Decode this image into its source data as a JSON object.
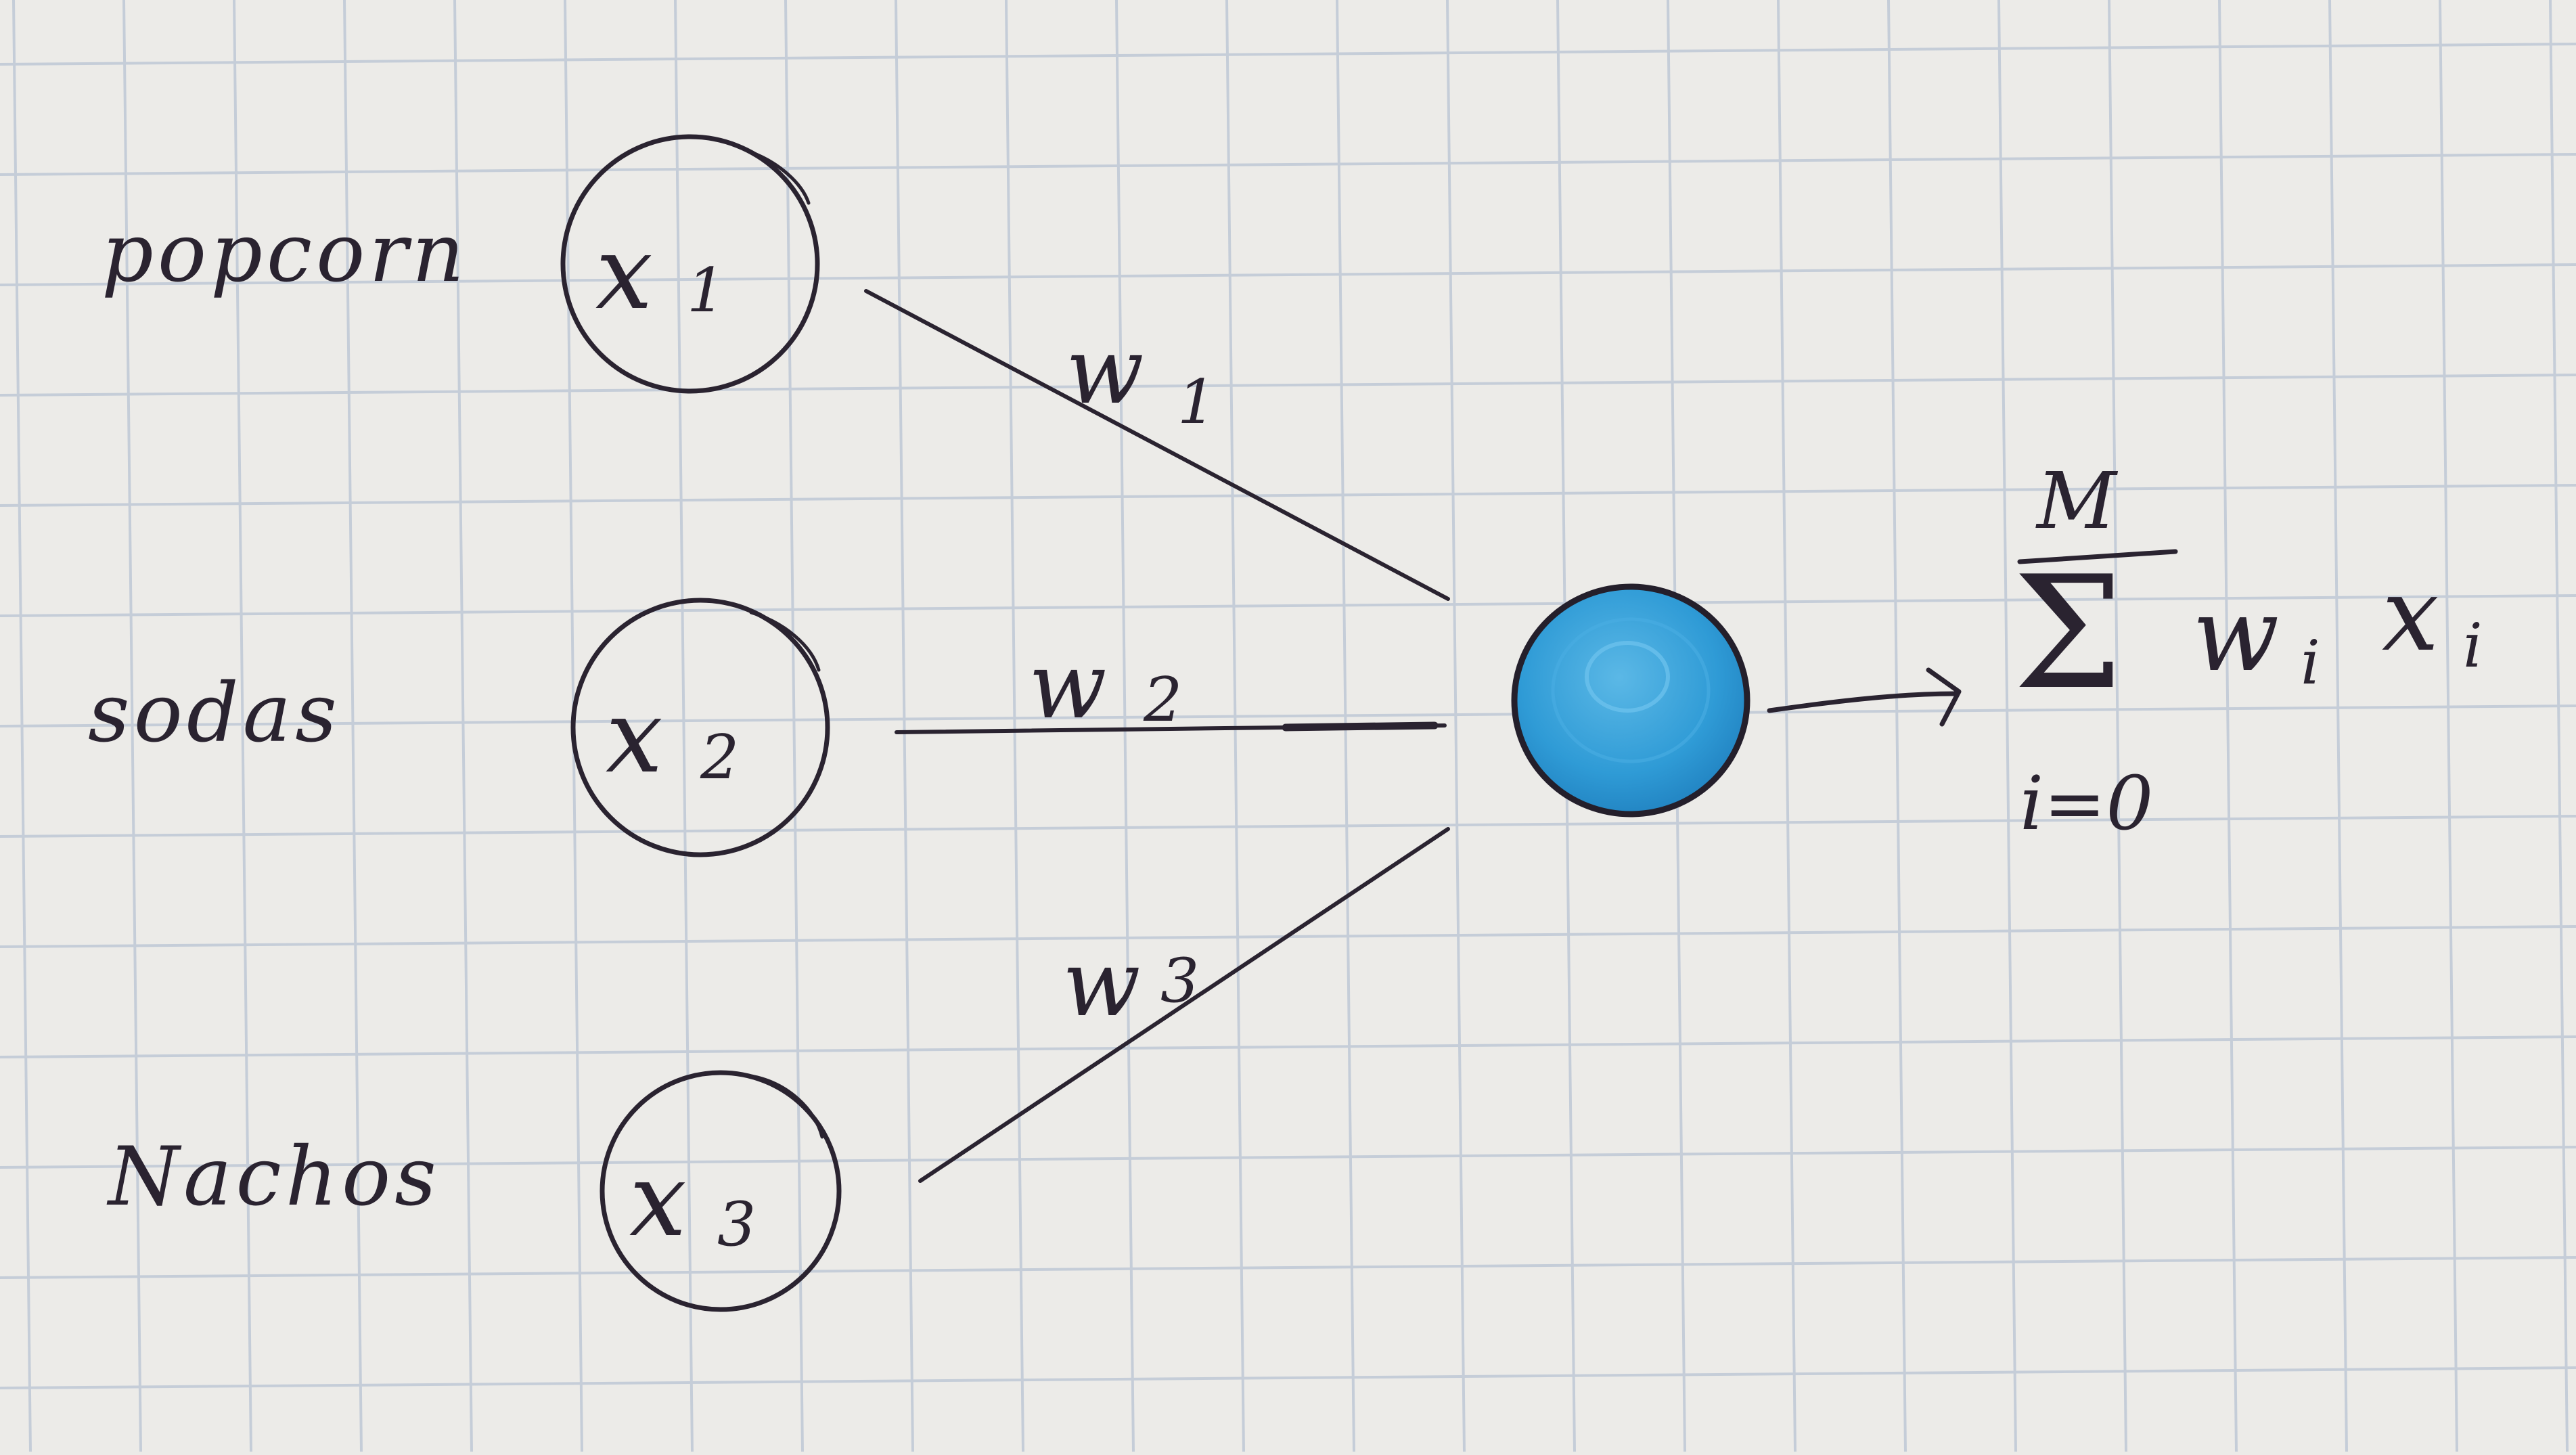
{
  "colors": {
    "paper": "#ecebe8",
    "grid": "#c5cdd8",
    "ink": "#2a2330",
    "neuron_fill": "#2f9bd6",
    "neuron_stroke": "#241f2b"
  },
  "inputs": [
    {
      "label": "popcorn",
      "var": "x",
      "sub": "1"
    },
    {
      "label": "sodas",
      "var": "x",
      "sub": "2"
    },
    {
      "label": "Nachos",
      "var": "x",
      "sub": "3"
    }
  ],
  "weights": [
    {
      "var": "w",
      "sub": "1"
    },
    {
      "var": "w",
      "sub": "2"
    },
    {
      "var": "w",
      "sub": "3"
    }
  ],
  "formula": {
    "upper": "M",
    "symbol": "Σ",
    "lower": "i=0",
    "term_w": "w",
    "term_w_sub": "i",
    "term_x": "x",
    "term_x_sub": "i"
  }
}
